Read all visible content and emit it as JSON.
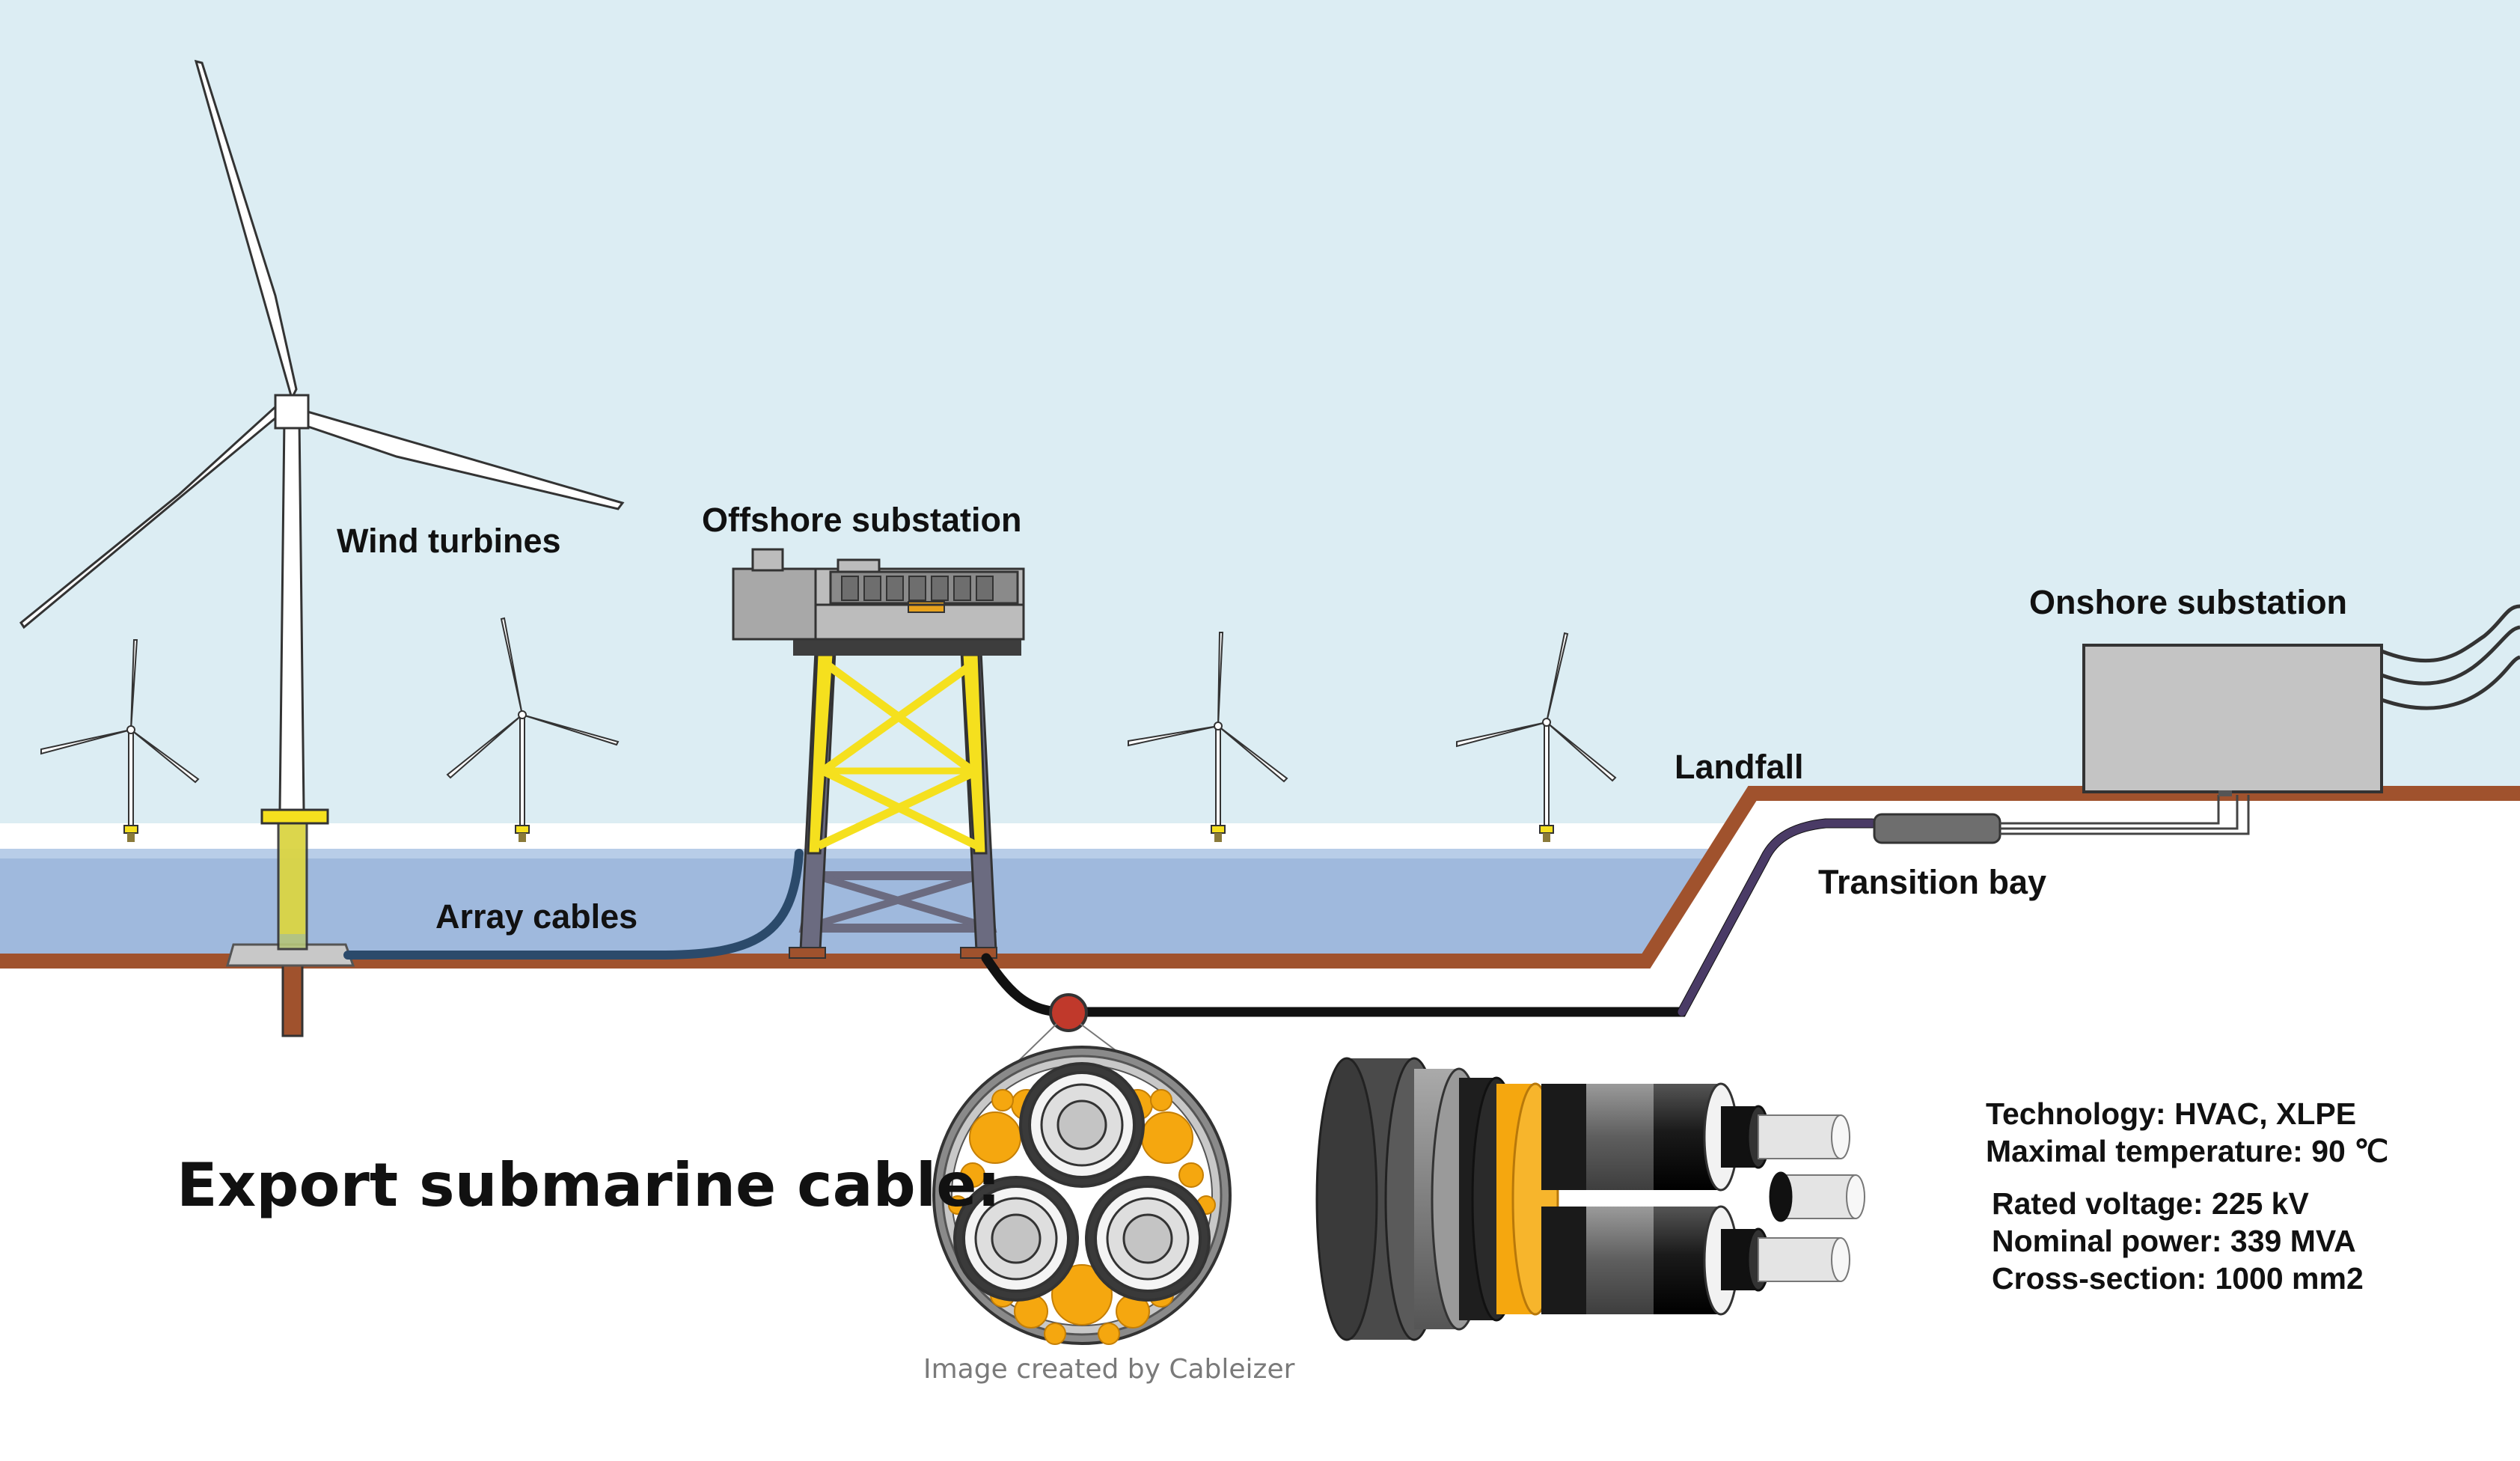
{
  "labels": {
    "wind_turbines": "Wind turbines",
    "offshore_substation": "Offshore substation",
    "onshore_substation": "Onshore substation",
    "landfall": "Landfall",
    "transition_bay": "Transition bay",
    "array_cables": "Array cables",
    "export_title": "Export submarine cable:",
    "credit": "Image created by Cableizer"
  },
  "specs": {
    "technology": "Technology: HVAC, XLPE",
    "max_temperature": "Maximal temperature: 90 ℃",
    "rated_voltage": "Rated voltage: 225 kV",
    "nominal_power": "Nominal power: 339 MVA",
    "cross_section": "Cross-section: 1000 mm2"
  },
  "colors": {
    "sky": "#dcedf3",
    "sea": "#9fb9dd",
    "seabed": "#a0522d",
    "jacket_yellow": "#f5e01e",
    "jacket_grey": "#6b6b80",
    "substation_grey": "#bcbcbc",
    "array_cable": "#2b4a6b",
    "export_cable": "#111111",
    "land_cable": "#4a3b66",
    "filler_orange": "#f5a70f",
    "cable_joint": "#c0392b"
  },
  "icons": [
    "wind-turbine-icon",
    "offshore-substation-icon",
    "onshore-substation-icon",
    "cable-cross-section-icon",
    "cable-layers-icon"
  ]
}
